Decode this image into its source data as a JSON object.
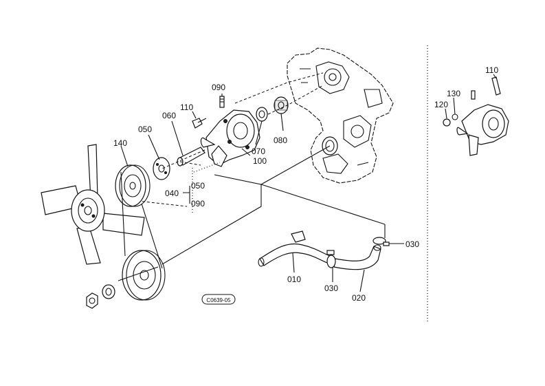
{
  "diagram_code": "C0639-05",
  "callouts": {
    "c010": "010",
    "c020": "020",
    "c030a": "030",
    "c030b": "030",
    "c040": "040",
    "c050a": "050",
    "c050b": "050",
    "c060": "060",
    "c070": "070",
    "c080": "080",
    "c090a": "090",
    "c090b": "090",
    "c100": "100",
    "c110a": "110",
    "c110b": "110",
    "c120": "120",
    "c130": "130",
    "c140": "140"
  }
}
